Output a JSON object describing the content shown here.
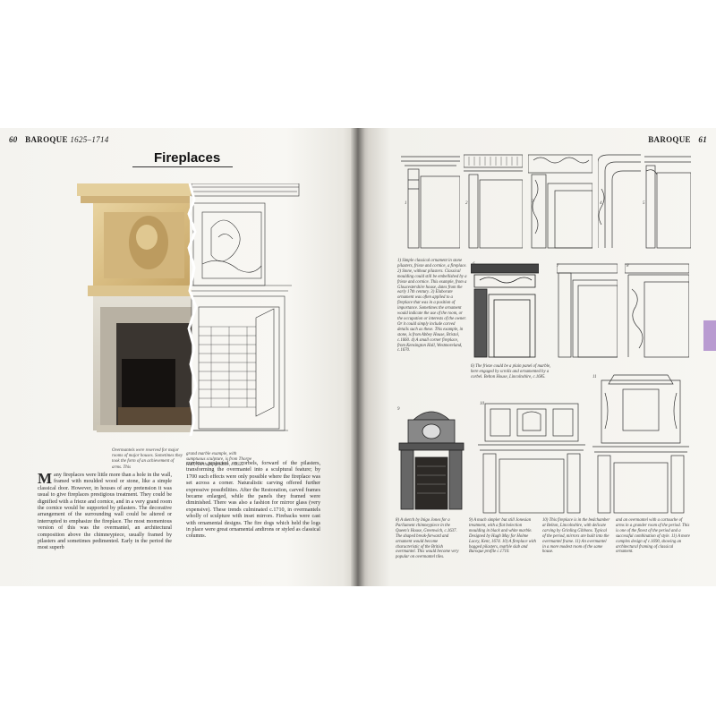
{
  "left_page": {
    "folio": "60",
    "era": "BAROQUE",
    "dates": "1625–1714",
    "title": "Fireplaces",
    "caption_left": "Overmantels were reserved for major rooms of major houses. Sometimes they took the form of an achievement of arms. This",
    "caption_right": "grand marble example, with sumptuous sculpture, is from Thorpe Hall, Northamptonshire, c.1655",
    "body_col1_dropcap": "M",
    "body_col1": "any fireplaces were little more than a hole in the wall, framed with moulded wood or stone, like a simple classical door. However, in houses of any pretension it was usual to give fireplaces prestigious treatment. They could be dignified with a frieze and cornice, and in a very grand room the cornice would be supported by pilasters. The decorative arrangement of the surrounding wall could be altered or interrupted to emphasize the fireplace. The most momentous version of this was the overmantel, an architectural composition above the chimneypiece, usually framed by pilasters and sometimes pedimented. Early in the period the most superb",
    "body_col2": "cornices projected on corbels, forward of the pilasters, transforming the overmantel into a sculptural feature; by 1700 such effects were only possible where the fireplace was set across a corner. Naturalistic carving offered further expressive possibilities. After the Restoration, carved frames became enlarged, while the panels they framed were diminished. There was also a fashion for mirror glass (very expensive). These trends culminated c.1710, in overmantels wholly of sculpture with inset mirrors. Firebacks were cast with ornamental designs. The fire dogs which held the logs in place were great ornamental andirons or styled as classical columns."
  },
  "right_page": {
    "folio": "61",
    "era": "BAROQUE",
    "figure_numbers": [
      "1",
      "2",
      "3",
      "4",
      "5",
      "6",
      "7",
      "8",
      "9",
      "10",
      "11"
    ],
    "caption_1_5": "1) Simple classical ornament in stone pilasters, frieze and cornice, a fireplace. 2) Stone, without pilasters. Classical moulding could still be embellished by a frieze and cornice. This example, from a Gloucestershire house, dates from the early 17th century. 3) Elaborate ornament was often applied to a fireplace that was in a position of importance. Sometimes the ornament would indicate the use of the room, or the occupation or interests of the owner. Or it could simply include carved details such as these. This example, in stone, is from Abbey House, Bristol, c.1660. 4) A small corner fireplace, from Kensington Hall, Westmoreland, c.1670.",
    "caption_6_7": "6) The frieze could be a plain panel of marble, here engaged by scrolls and ornamented by a corbel. Belton House, Lincolnshire, c.1685.",
    "caption_8": "8) A sketch by Inigo Jones for a Parliament chimneypiece in the Queen's House, Greenwich, c.1637. The shaped break-forward and ornament would become characteristic of the British overmantel. This would become very popular on overmantel tiles.",
    "caption_9": "9) A much simpler but still Jonesian treatment, with a flat bolection moulding in black and white marble. Designed by Hugh May for Holme Lacey, Kent, 1674. 10) A fireplace with bagged pilasters, marble slab and Baroque profile c.1710.",
    "caption_10": "10) This fireplace is in the bedchamber at Belton, Lincolnshire, with delicate carving by Grinling Gibbons. Typical of the period, mirrors are built into the overmantel frame. 11) An overmantel in a more modest room of the same house.",
    "caption_11": "and an overmantel with a cartouche of arms in a grander room of the period. This is one of the finest of the period and a successful combination of style. 11) A more complex design of c.1690, showing an architectural framing of classical ornament."
  }
}
